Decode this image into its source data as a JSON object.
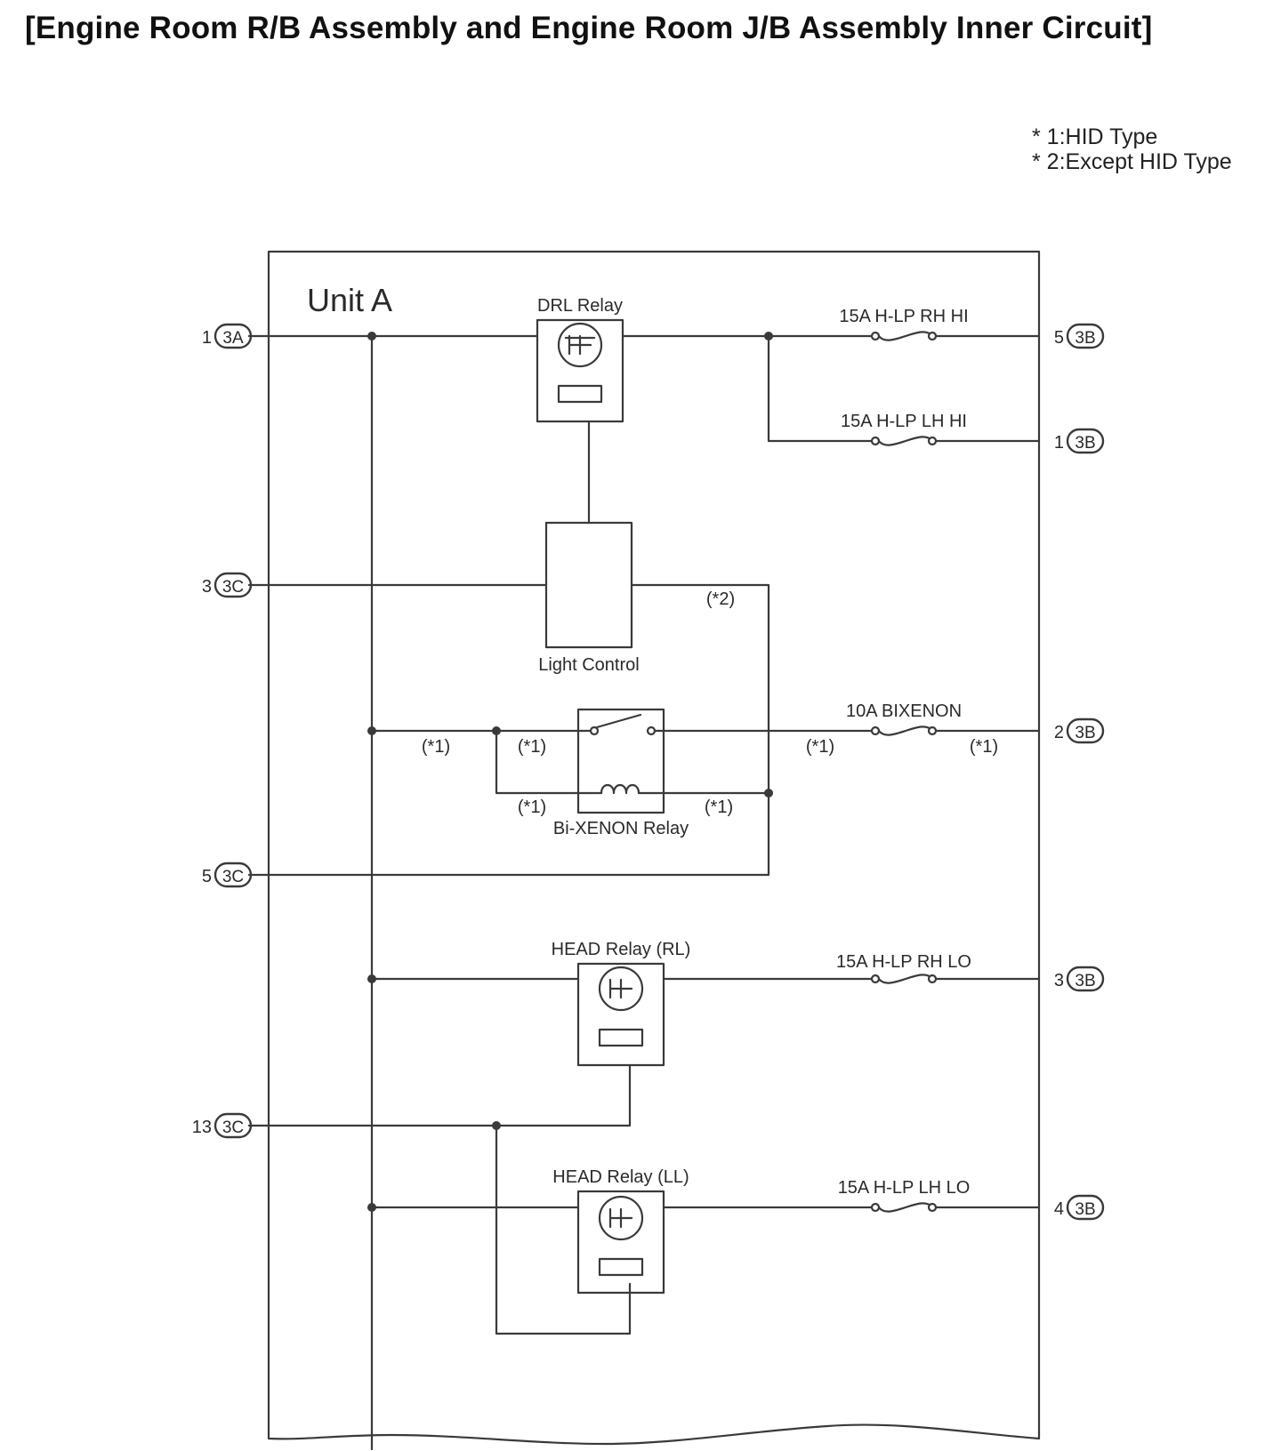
{
  "title": "[Engine Room R/B Assembly and Engine Room J/B Assembly Inner Circuit]",
  "notes": [
    "* 1:HID Type",
    "* 2:Except HID Type"
  ],
  "unit_label": "Unit A",
  "connectors": {
    "left": [
      {
        "pin": "1",
        "code": "3A"
      },
      {
        "pin": "3",
        "code": "3C"
      },
      {
        "pin": "5",
        "code": "3C"
      },
      {
        "pin": "13",
        "code": "3C"
      }
    ],
    "right": [
      {
        "pin": "5",
        "code": "3B"
      },
      {
        "pin": "1",
        "code": "3B"
      },
      {
        "pin": "2",
        "code": "3B"
      },
      {
        "pin": "3",
        "code": "3B"
      },
      {
        "pin": "4",
        "code": "3B"
      }
    ]
  },
  "relays": {
    "drl": "DRL Relay",
    "bixenon": "Bi-XENON Relay",
    "head_rl": "HEAD Relay (RL)",
    "head_ll": "HEAD Relay (LL)"
  },
  "light_control": "Light Control",
  "fuses": {
    "rh_hi": "15A H-LP RH HI",
    "lh_hi": "15A H-LP LH HI",
    "bixenon": "10A BIXENON",
    "rh_lo": "15A H-LP RH LO",
    "lh_lo": "15A H-LP LH LO"
  },
  "markers": {
    "star2": "(*2)",
    "star1": "(*1)"
  },
  "colors": {
    "line": "#3a3a3a",
    "text": "#1a1a1a"
  }
}
